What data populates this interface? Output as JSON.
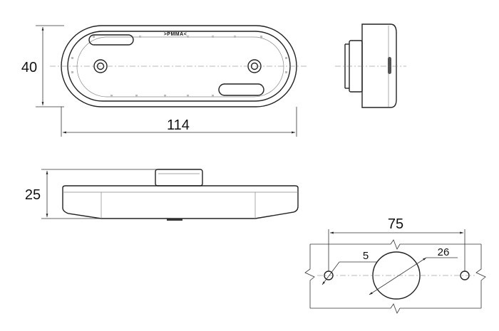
{
  "dimensions": {
    "height_front": "40",
    "width_front": "114",
    "height_side": "25",
    "hole_spacing": "75",
    "hole_diameter": "5",
    "center_diameter": "26"
  },
  "marking": ">PMMA<"
}
